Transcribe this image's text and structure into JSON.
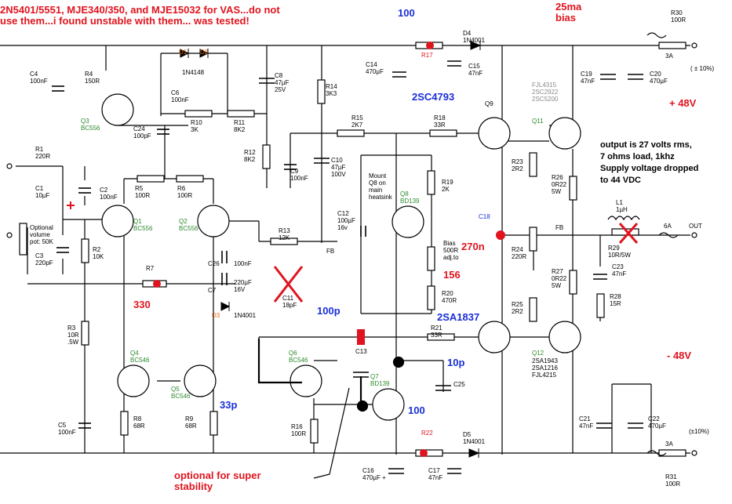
{
  "annotations": {
    "top_note": "2N5401/5551, MJE340/350, and MJE15032 for VAS...do not\nuse them...i found unstable with them... was tested!",
    "bias_note": "25ma\nbias",
    "r17_val": "100",
    "q9_type": "2SC4793",
    "plus_48": "+ 48V",
    "minus_48": "- 48V",
    "output_note": "output is 27 volts rms,\n7 ohms load, 1khz\nSupply voltage dropped\nto 44 VDC",
    "c18_val": "270n",
    "r24_val": "156",
    "r7_val": "330",
    "c13_val": "100p",
    "q7_type": "2SA1837",
    "c25_val": "10p",
    "r22_val": "100",
    "c33_val": "33p",
    "stability_note": "optional for super\nstability"
  },
  "components": {
    "r30": "R30\n100R",
    "fuse_top": "3A",
    "tol_top": "( ± 10%)",
    "c4": "C4\n100nF",
    "r4": "R4\n150R",
    "d1": "D1",
    "d2": "D2",
    "d1_type": "1N4148",
    "c6": "C6\n100nF",
    "c8": "C8\n47µF\n25V",
    "r14": "R14\n3K3",
    "r17": "R17",
    "d4": "D4\n1N4001",
    "c14": "C14\n470µF",
    "c15": "C15\n47nF",
    "c19": "C19\n47nF",
    "c20": "C20\n470µF",
    "q3": "Q3\nBC556",
    "r10": "R10\n3K",
    "r11": "R11\n8K2",
    "c24": "C24\n100pF",
    "r12": "R12\n8K2",
    "r15": "R15\n2K7",
    "r18": "R18\n33R",
    "q9": "Q9",
    "alt_q9": "FJL4315\n2SC2922\n2SC5200",
    "q11": "Q11",
    "r1": "R1\n220R",
    "c9": "C9\n100nF",
    "c10": "C10\n47µF\n100V",
    "mount": "Mount\nQ8 on\nmain\nheatsink",
    "r19": "R19\n2K",
    "r23": "R23\n2R2",
    "r26": "R26\n0R22\n5W",
    "c1": "C1\n10µF",
    "c2": "C2\n100nF",
    "r5": "R5\n100R",
    "r6": "R6\n100R",
    "q8": "Q8\nBD139",
    "l1": "L1\n1µH",
    "vol": "Optional\nvolume\npot: 50K",
    "q1": "Q1\nBC556",
    "q2": "Q2\nBC556",
    "c12": "C12\n100µF\n16v",
    "c18": "C18",
    "fuse_out": "6A",
    "out": "OUT",
    "fb": "FB",
    "fb2": "FB",
    "r13": "R13\n12K",
    "r2": "R2\n10K",
    "bias": "Bias\n500R\nadj.to",
    "r24": "R24\n220R",
    "r29": "R29\n10R/5W",
    "c3": "C3\n220pF",
    "c26": "C26",
    "c26v": "100nF",
    "c7": "C7",
    "c7v": "220µF\n16V",
    "r7": "R7",
    "c11": "C11\n18pF",
    "c23": "C23\n47nF",
    "r27": "R27\n0R22\n5W",
    "d3": "D3",
    "d3_type": "1N4001",
    "r20": "R20\n470R",
    "r28": "R28\n15R",
    "r25": "R25\n2R2",
    "r3": "R3\n10R\n.5W",
    "c13": "C13",
    "r21": "R21\n33R",
    "q4": "Q4\nBC546",
    "q6": "Q6\nBC546",
    "q12": "Q12",
    "alt_q12": "2SA1943\n2SA1216\nFJL4215",
    "q7": "Q7\nBD139",
    "c25": "C25",
    "q5": "Q5\nBC546",
    "r8": "R8\n68R",
    "r9": "R9\n68R",
    "r16": "R16\n100R",
    "c21": "C21\n47nF",
    "c22": "C22\n470µF",
    "c5": "C5\n100nF",
    "r22": "R22",
    "d5": "D5\n1N4001",
    "tol_bot": "(±10%)",
    "fuse_bot": "3A",
    "c16": "C16\n470µF +",
    "c17": "C17\n47nF",
    "r31": "R31\n100R"
  }
}
